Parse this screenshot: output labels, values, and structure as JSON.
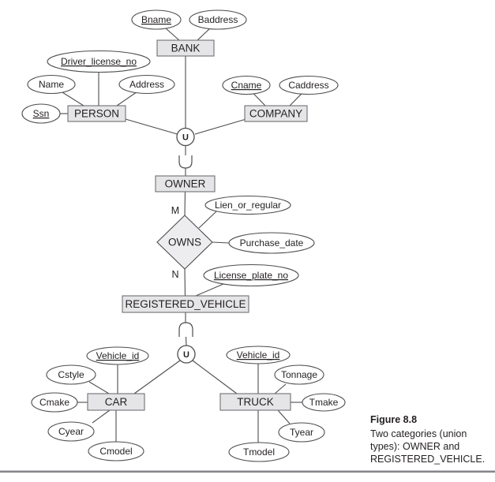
{
  "diagram": {
    "union_label": "U",
    "entities": {
      "bank": "BANK",
      "person": "PERSON",
      "company": "COMPANY",
      "owner": "OWNER",
      "registered_vehicle": "REGISTERED_VEHICLE",
      "car": "CAR",
      "truck": "TRUCK"
    },
    "relationships": {
      "owns": "OWNS"
    },
    "cardinalities": {
      "m": "M",
      "n": "N"
    },
    "attributes": {
      "bank": {
        "bname": "Bname",
        "baddress": "Baddress"
      },
      "person": {
        "driver_license_no": "Driver_license_no",
        "name": "Name",
        "address": "Address",
        "ssn": "Ssn"
      },
      "company": {
        "cname": "Cname",
        "caddress": "Caddress"
      },
      "owns": {
        "lien_or_regular": "Lien_or_regular",
        "purchase_date": "Purchase_date"
      },
      "registered_vehicle": {
        "license_plate_no": "License_plate_no"
      },
      "car": {
        "vehicle_id": "Vehicle_id",
        "cstyle": "Cstyle",
        "cmake": "Cmake",
        "cyear": "Cyear",
        "cmodel": "Cmodel"
      },
      "truck": {
        "vehicle_id": "Vehicle_id",
        "tonnage": "Tonnage",
        "tmake": "Tmake",
        "tyear": "Tyear",
        "tmodel": "Tmodel"
      }
    },
    "colors": {
      "entity_fill": "#e5e5e7",
      "entity_border": "#707174",
      "shape_stroke": "#4c4d4f",
      "diamond_fill": "#ededef",
      "text": "#231f20",
      "divider": "#85878a"
    }
  },
  "caption": {
    "title": "Figure 8.8",
    "lines": [
      "Two categories (union",
      "types): OWNER and",
      "REGISTERED_VEHICLE."
    ]
  }
}
